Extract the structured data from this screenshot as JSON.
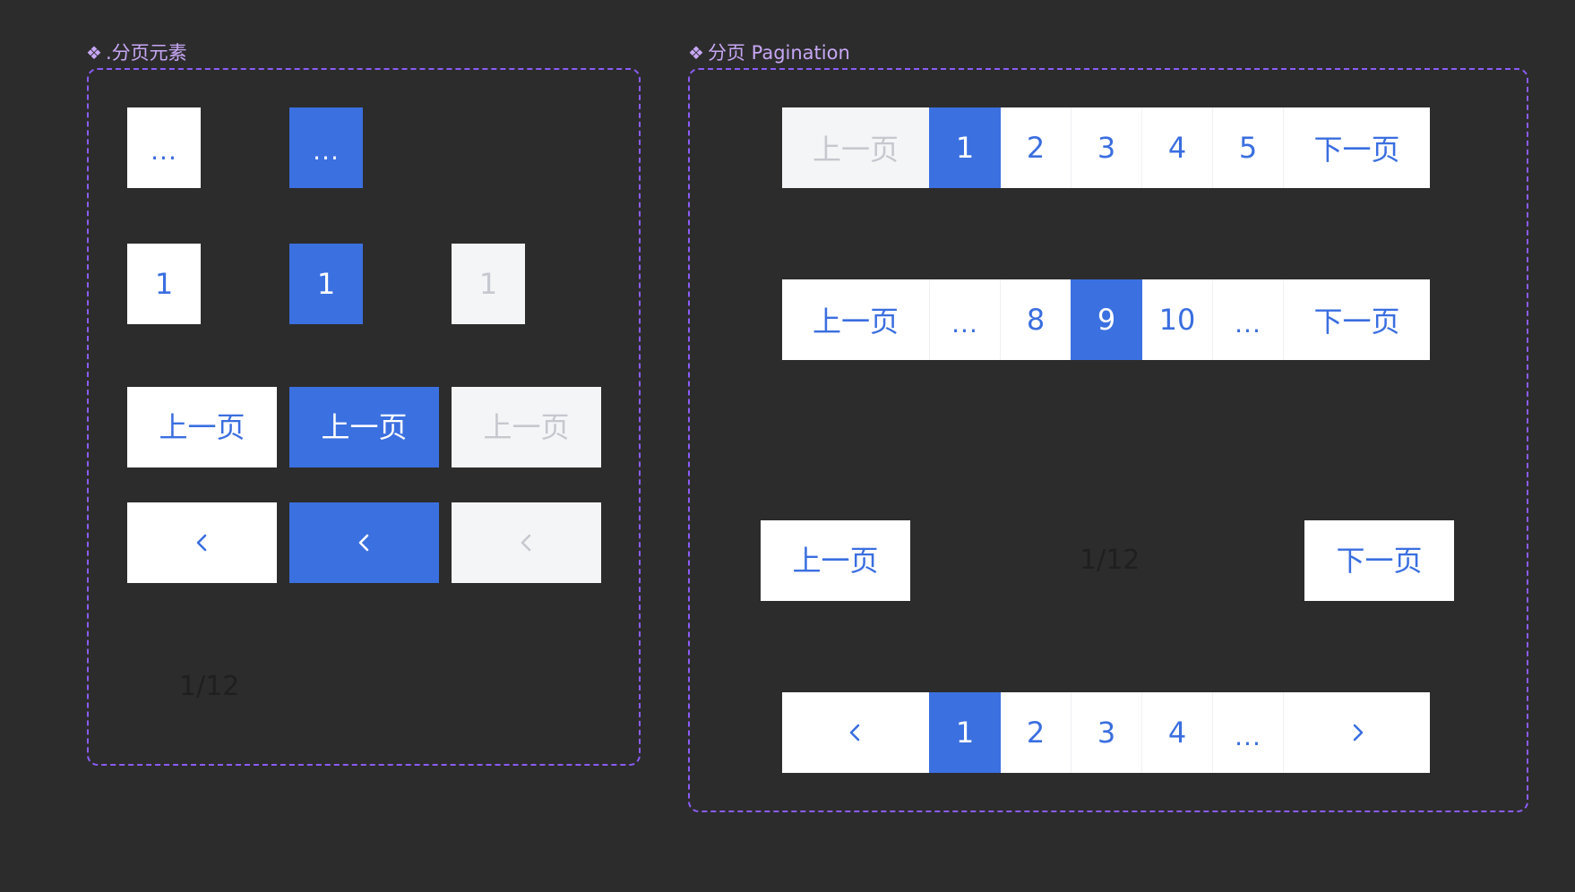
{
  "left_frame": {
    "icon": "component-icon",
    "title": ".分页元素",
    "ellipsis": "...",
    "number": "1",
    "prev_label": "上一页",
    "counter": "1/12"
  },
  "right_frame": {
    "icon": "component-icon",
    "title": "分页 Pagination",
    "prev_label": "上一页",
    "next_label": "下一页",
    "ellipsis": "...",
    "row1_pages": [
      "1",
      "2",
      "3",
      "4",
      "5"
    ],
    "row2_pages": [
      "8",
      "9",
      "10"
    ],
    "row4_pages": [
      "1",
      "2",
      "3",
      "4"
    ],
    "counter": "1/12"
  },
  "colors": {
    "background": "#2c2c2c",
    "frame_border": "#8b5cf6",
    "label": "#c7a7f5",
    "primary": "#3b70e0",
    "text_primary": "#3a6ee0",
    "disabled_bg": "#f4f5f7",
    "disabled_text": "#c5c8ce"
  }
}
